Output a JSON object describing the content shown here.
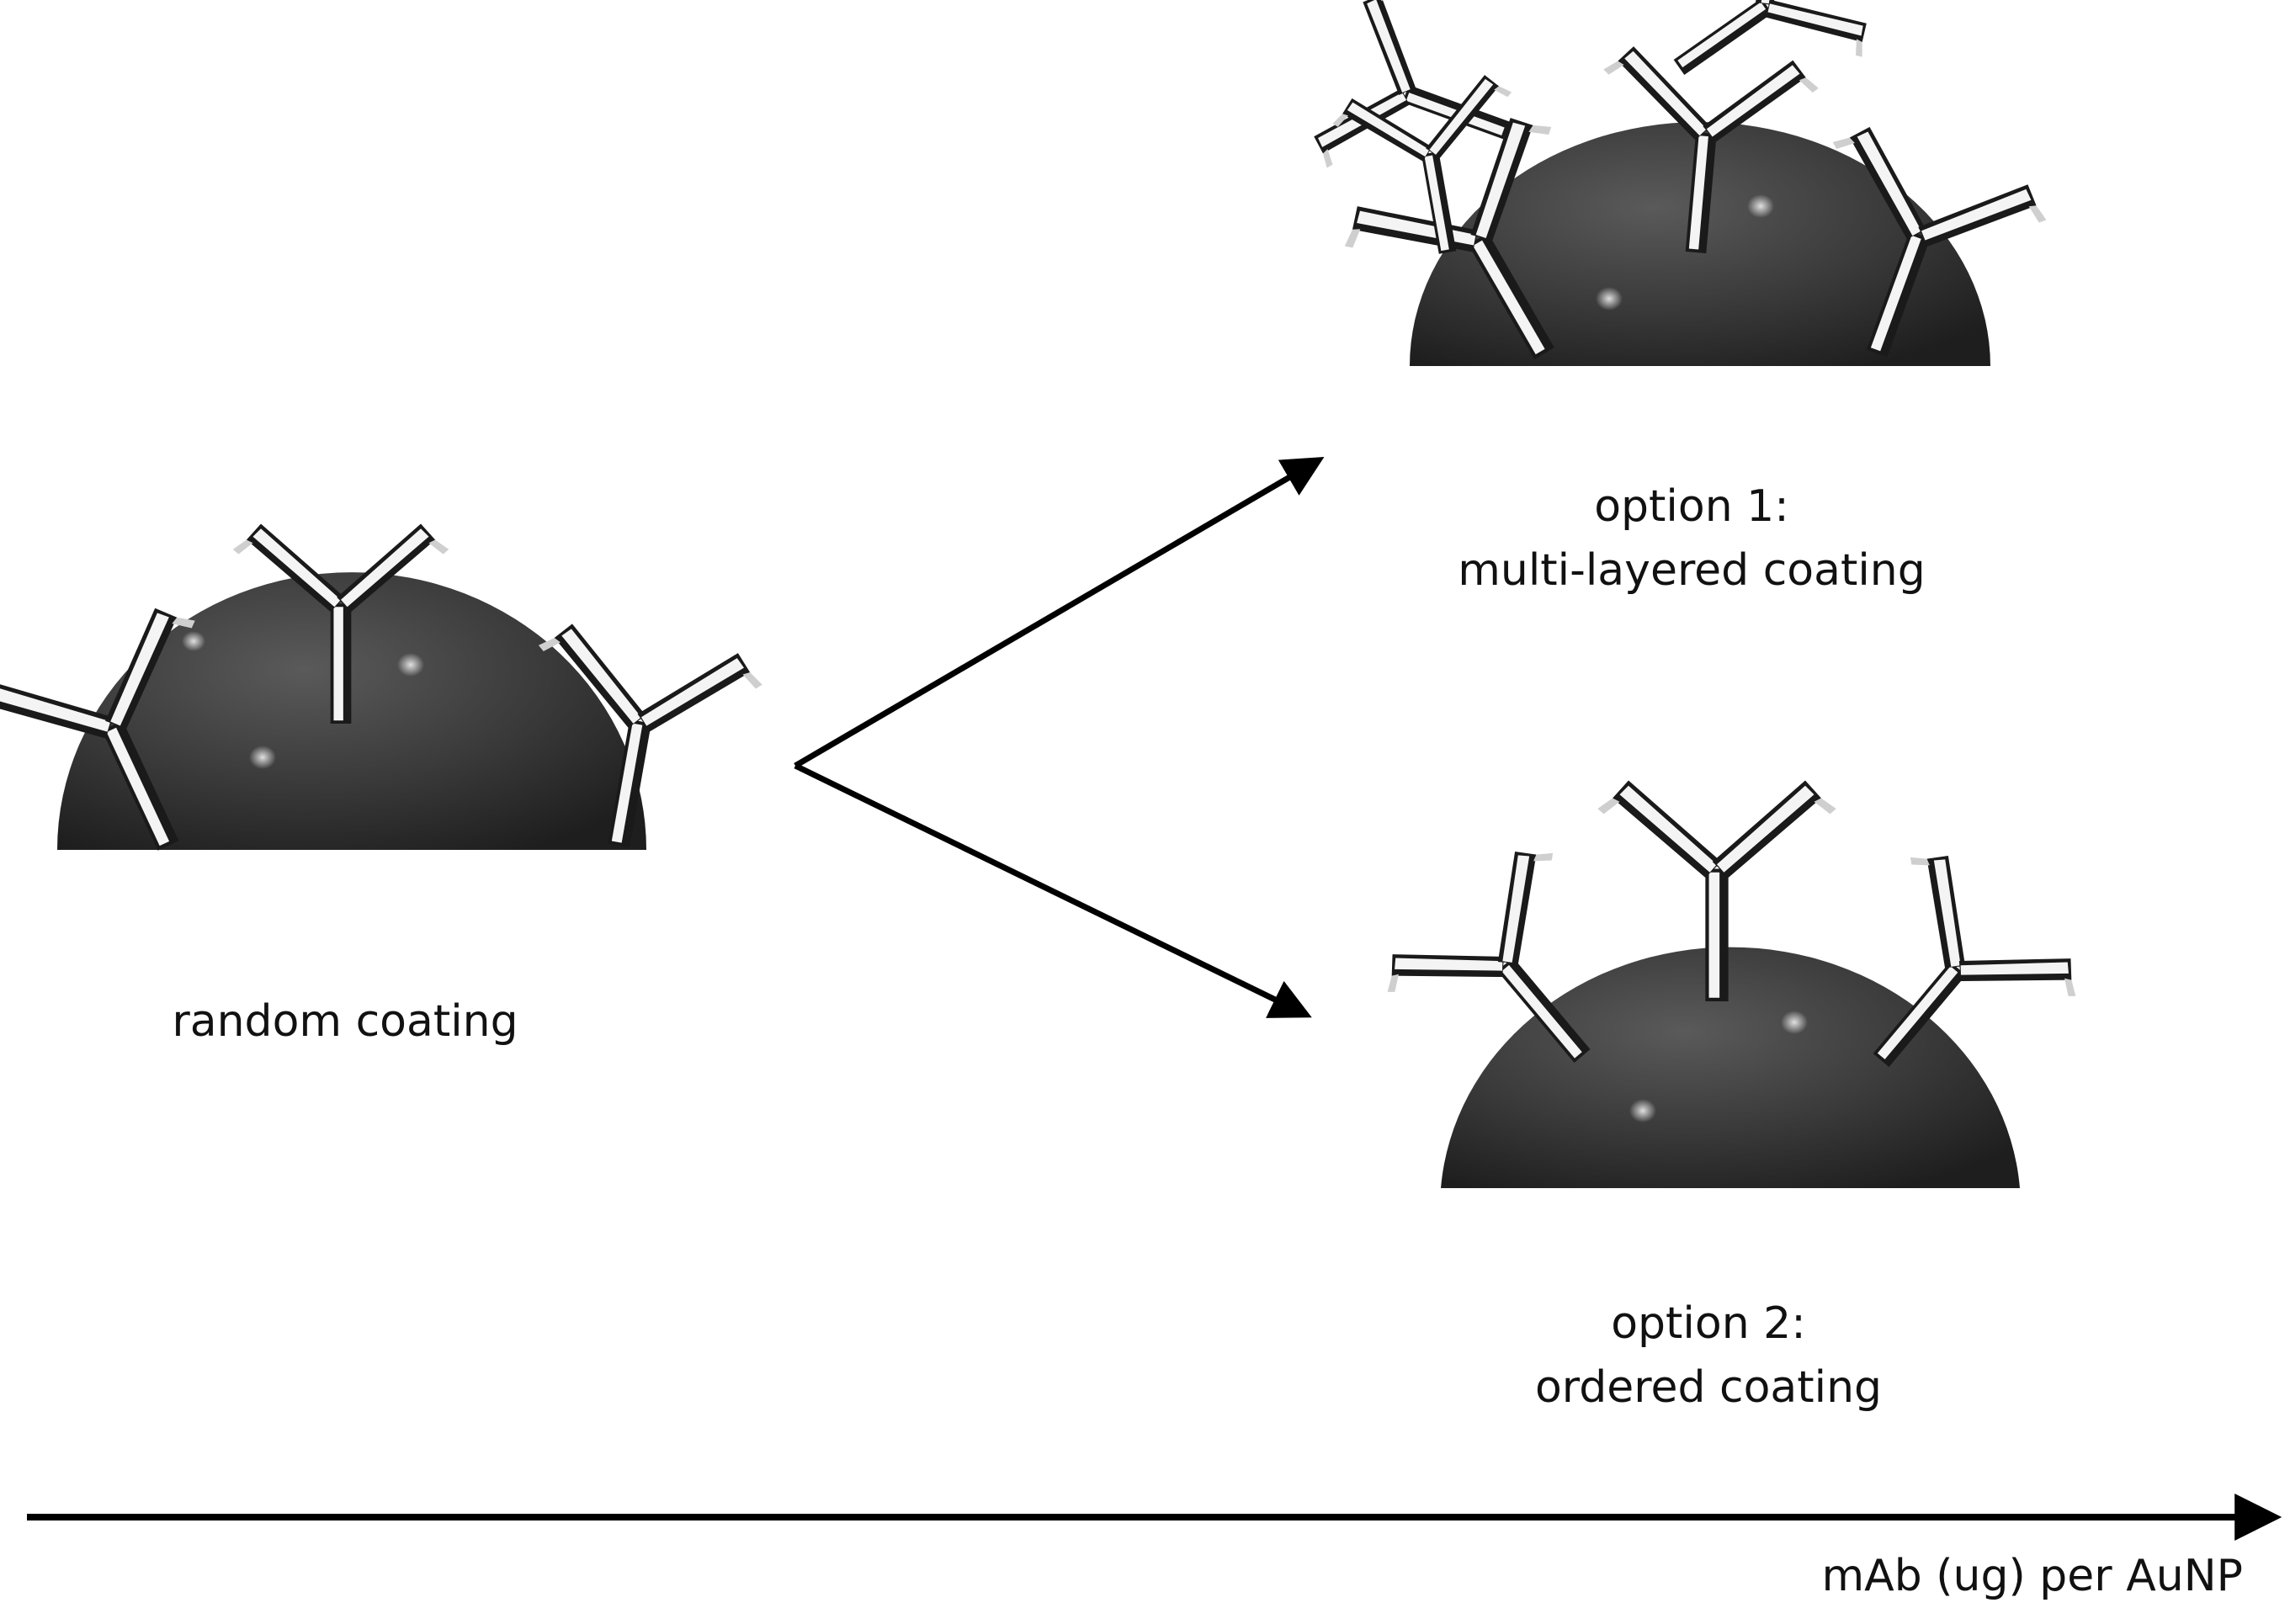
{
  "captions": {
    "random": "random coating",
    "option1_line1": "option 1:",
    "option1_line2": "multi-layered coating",
    "option2_line1": "option 2:",
    "option2_line2": "ordered coating"
  },
  "axis": {
    "label": "mAb (ug) per AuNP"
  },
  "colors": {
    "nanoparticle": "#3a3a3a",
    "antibody_light": "#f2f2f2",
    "antibody_dark": "#1a1a1a",
    "arrow": "#000000"
  }
}
